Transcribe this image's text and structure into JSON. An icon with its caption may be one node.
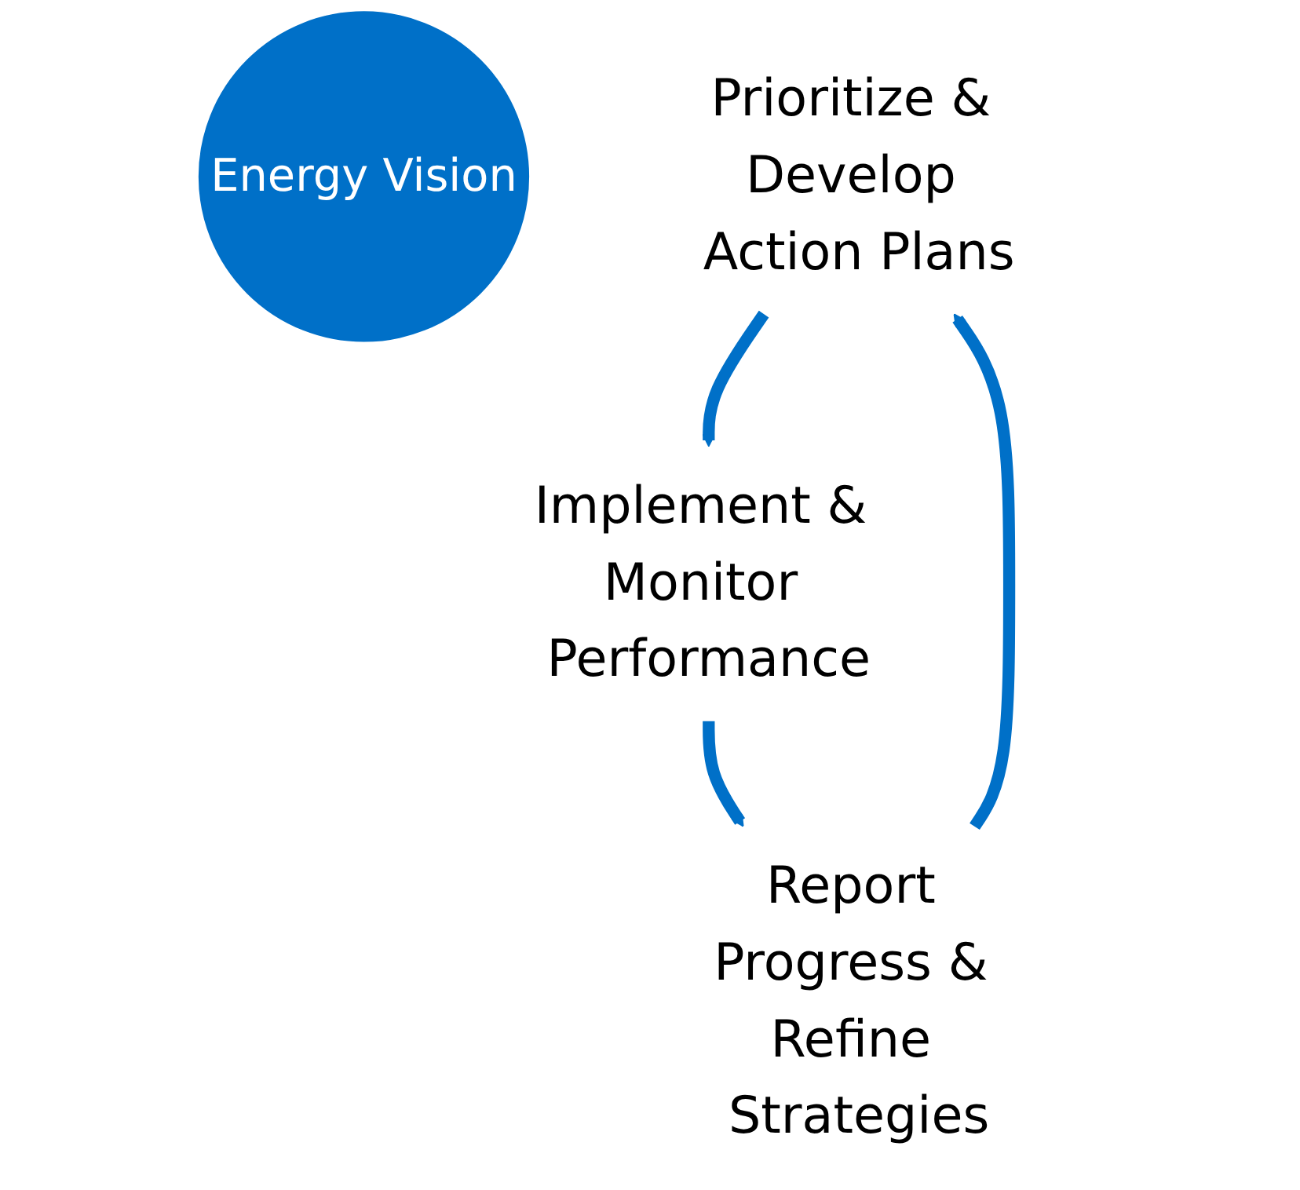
{
  "diagram": {
    "nodes": [
      {
        "text": [
          "Energy Vision"
        ]
      },
      {
        "text": [
          "Prioritize & Develop Action Plans"
        ]
      },
      {
        "text": [
          "Implement & Monitor Performance"
        ]
      },
      {
        "text": [
          "Report Progress & Refine Strategies"
        ]
      }
    ],
    "edges": [
      {
        "from": 3,
        "to": 1,
        "arrow": "to"
      },
      {
        "from": 1,
        "to": 2,
        "arrow": "to"
      },
      {
        "from": 2,
        "to": 3,
        "arrow": "to"
      }
    ]
  }
}
